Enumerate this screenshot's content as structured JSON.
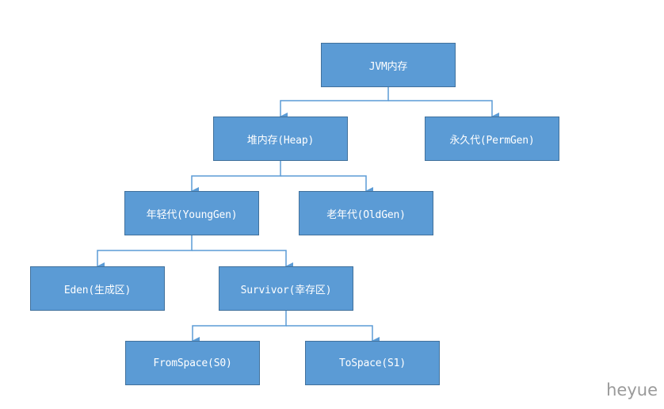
{
  "diagram": {
    "colors": {
      "node_fill": "#5b9bd5",
      "node_border": "#41719c",
      "node_text": "#ffffff",
      "connector": "#5b9bd5"
    },
    "nodes": {
      "jvm_memory": "JVM内存",
      "heap": "堆内存(Heap)",
      "permgen": "永久代(PermGen)",
      "young_gen": "年轻代(YoungGen)",
      "old_gen": "老年代(OldGen)",
      "eden": "Eden(生成区)",
      "survivor": "Survivor(幸存区)",
      "from_space": "FromSpace(S0)",
      "to_space": "ToSpace(S1)"
    }
  },
  "watermark": "heyue"
}
